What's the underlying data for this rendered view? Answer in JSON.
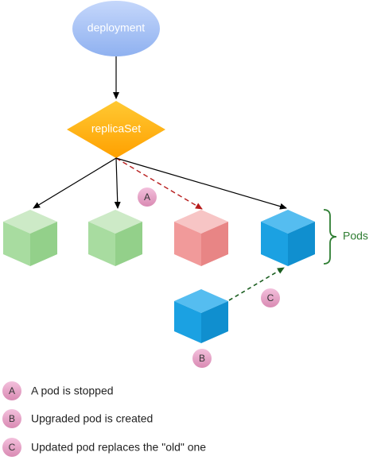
{
  "deployment": {
    "label": "deployment"
  },
  "replicaset": {
    "label": "replicaSet"
  },
  "pods_label": "Pods",
  "markers": {
    "a": "A",
    "b": "B",
    "c": "C"
  },
  "legend": [
    {
      "letter": "A",
      "text": "A pod is stopped"
    },
    {
      "letter": "B",
      "text": "Upgraded pod is created"
    },
    {
      "letter": "C",
      "text": "Updated pod replaces the \"old\" one"
    }
  ],
  "colors": {
    "deployment_fill": "#a9c4f5",
    "replicaset_fill": "#ffb300",
    "green_pod": "#a8dca0",
    "red_pod": "#f19a9a",
    "blue_pod": "#1ba1e2",
    "badge_fill": "#e6a0c4",
    "brace": "#2e7d32",
    "arrow": "#000000",
    "stop_arrow": "#b71c1c",
    "replace_arrow": "#1b5e20"
  }
}
